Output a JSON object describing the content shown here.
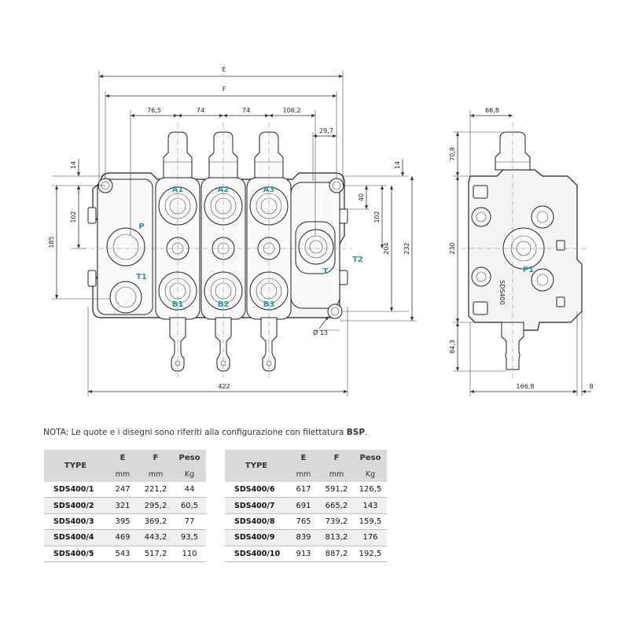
{
  "front_view": {
    "dims": {
      "E": "E",
      "F": "F",
      "d1": "76,5",
      "d2": "74",
      "d3": "74",
      "d4": "106,2",
      "d5": "29,7",
      "d6": "14",
      "d7": "102",
      "d8": "185",
      "d9": "14",
      "d10": "40",
      "d11": "102",
      "d12": "204",
      "d13": "232",
      "d14": "Ø 13",
      "d15": "422"
    },
    "ports": {
      "A1": "A1",
      "A2": "A2",
      "A3": "A3",
      "B1": "B1",
      "B2": "B2",
      "B3": "B3",
      "P": "P",
      "T": "T",
      "T1": "T1",
      "T2": "T2"
    }
  },
  "side_view": {
    "dims": {
      "top": "66,8",
      "h1": "70,9",
      "h2": "230",
      "h3": "84,3",
      "bottom": "166,8",
      "extra": "8"
    },
    "ports": {
      "P1": "P1"
    },
    "label": "SDS400"
  },
  "note": {
    "prefix": "NOTA: Le quote e i disegni sono riferiti alla configurazione con filettatura",
    "bold": "BSP",
    "suffix": "."
  },
  "table": {
    "headers": {
      "type": "TYPE",
      "e": "E",
      "f": "F",
      "peso": "Peso"
    },
    "units": {
      "e": "mm",
      "f": "mm",
      "peso": "Kg"
    },
    "left_rows": [
      [
        "SDS400/1",
        "247",
        "221,2",
        "44"
      ],
      [
        "SDS400/2",
        "321",
        "295,2",
        "60,5"
      ],
      [
        "SDS400/3",
        "395",
        "369,2",
        "77"
      ],
      [
        "SDS400/4",
        "469",
        "443,2",
        "93,5"
      ],
      [
        "SDS400/5",
        "543",
        "517,2",
        "110"
      ]
    ],
    "right_rows": [
      [
        "SDS400/6",
        "617",
        "591,2",
        "126,5"
      ],
      [
        "SDS400/7",
        "691",
        "665,2",
        "143"
      ],
      [
        "SDS400/8",
        "765",
        "739,2",
        "159,5"
      ],
      [
        "SDS400/9",
        "839",
        "813,2",
        "176"
      ],
      [
        "SDS400/10",
        "913",
        "887,2",
        "192,5"
      ]
    ]
  }
}
